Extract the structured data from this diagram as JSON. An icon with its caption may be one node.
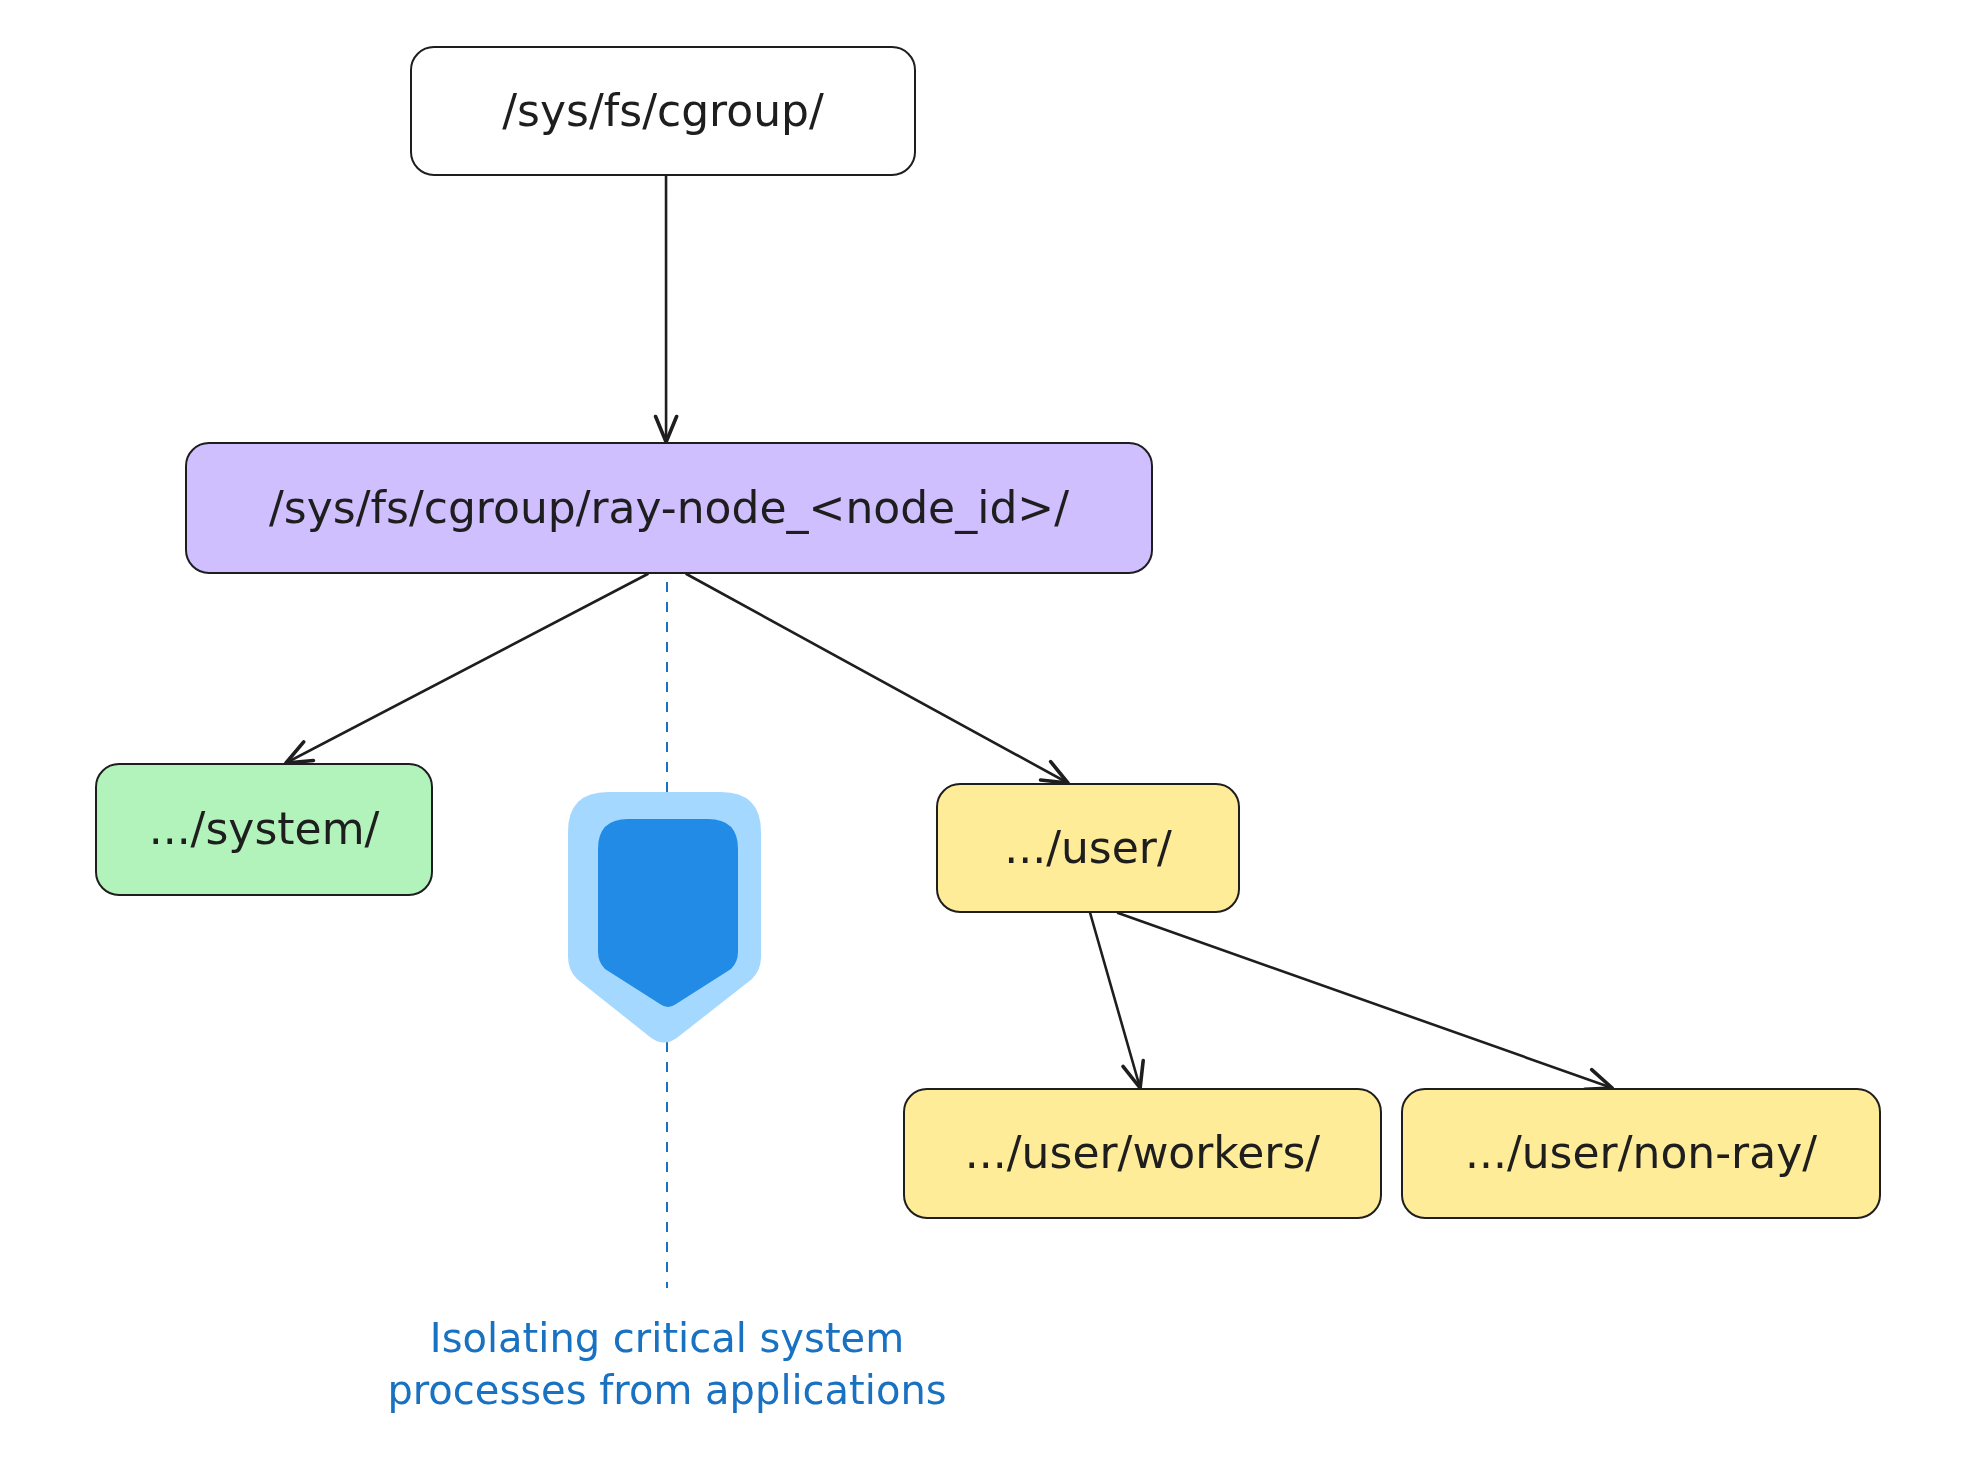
{
  "diagram": {
    "nodes": [
      {
        "text": [
          "/sys/fs/cgroup/"
        ]
      },
      {
        "text": [
          "/sys/fs/cgroup/ray-node_<node_id>/"
        ]
      },
      {
        "text": [
          ".../system/"
        ]
      },
      {
        "text": [
          ".../user/"
        ]
      },
      {
        "text": [
          ".../user/workers/"
        ]
      },
      {
        "text": [
          ".../user/non-ray/"
        ]
      }
    ],
    "edges": [
      {
        "from": 0,
        "to": 1,
        "arrow": "to"
      },
      {
        "from": 1,
        "to": 2,
        "arrow": "to"
      },
      {
        "from": 1,
        "to": 3,
        "arrow": "to"
      },
      {
        "from": 3,
        "to": 4,
        "arrow": "to"
      },
      {
        "from": 3,
        "to": 5,
        "arrow": "to"
      }
    ],
    "labels": [
      "Isolating critical system processes from applications"
    ]
  }
}
